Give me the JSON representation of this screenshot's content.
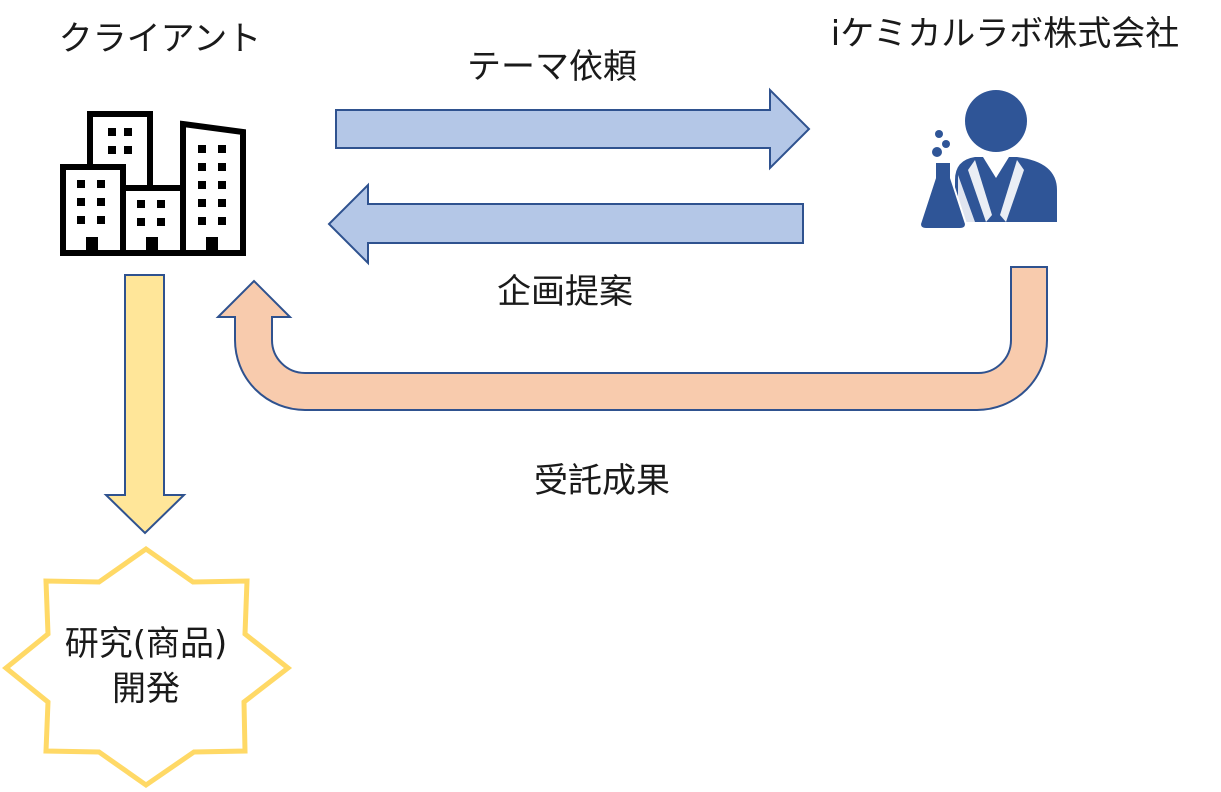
{
  "labels": {
    "client": "クライアント",
    "company": "iケミカルラボ株式会社",
    "request": "テーマ依頼",
    "proposal": "企画提案",
    "results": "受託成果",
    "development_line1": "研究(商品)",
    "development_line2": "開発"
  },
  "icons": {
    "client": "office-buildings-icon",
    "company": "scientist-with-flask-icon"
  },
  "colors": {
    "blue_arrow_fill": "#b4c7e7",
    "blue_arrow_stroke": "#2f528f",
    "orange_arrow_fill": "#f8cbad",
    "yellow_arrow_fill": "#ffe699",
    "star_stroke": "#ffd966",
    "scientist": "#2f5597",
    "buildings": "#000000"
  }
}
